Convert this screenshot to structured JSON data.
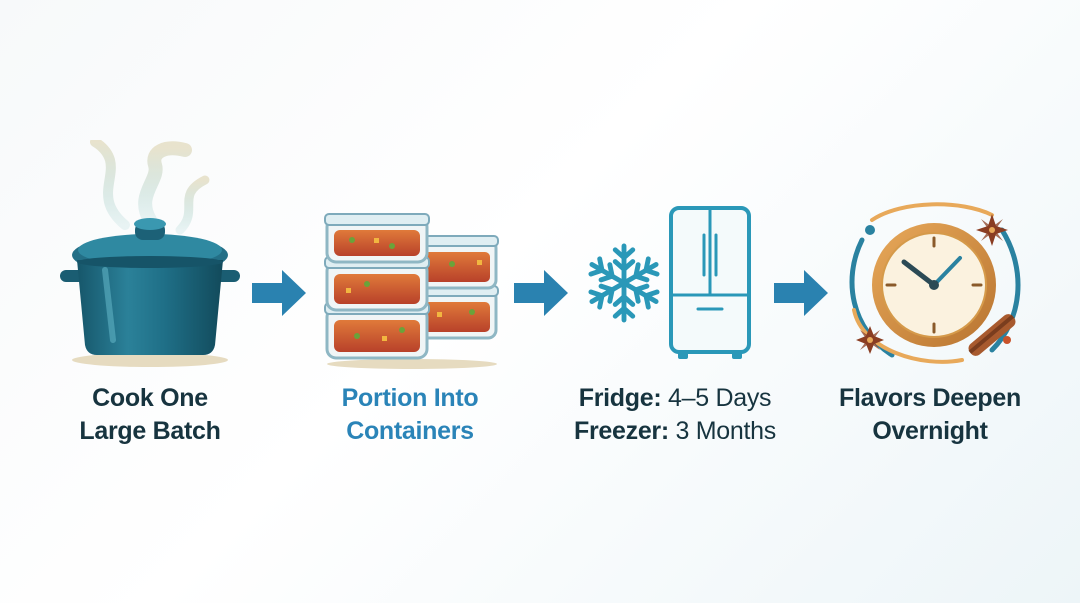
{
  "steps": [
    {
      "id": "cook",
      "icon": "cooking-pot-icon",
      "lines": [
        "Cook One",
        "Large Batch"
      ]
    },
    {
      "id": "portion",
      "icon": "food-containers-icon",
      "lines": [
        "Portion Into",
        "Containers"
      ]
    },
    {
      "id": "storage",
      "icon": "fridge-icon",
      "secondary_icon": "snowflake-icon",
      "fridge": {
        "label": "Fridge:",
        "value": " 4–5 Days"
      },
      "freezer": {
        "label": "Freezer:",
        "value": " 3 Months"
      }
    },
    {
      "id": "flavor",
      "icon": "clock-icon",
      "lines": [
        "Flavors Deepen",
        "Overnight"
      ]
    }
  ],
  "colors": {
    "text": "#17343f",
    "highlight_text": "#2a84b8",
    "arrow": "#2a82b0",
    "pot": "#1f6f87",
    "fridge_outline": "#2a98b8",
    "sauce": "#c9532a",
    "clock_rim": "#c88a3a"
  }
}
